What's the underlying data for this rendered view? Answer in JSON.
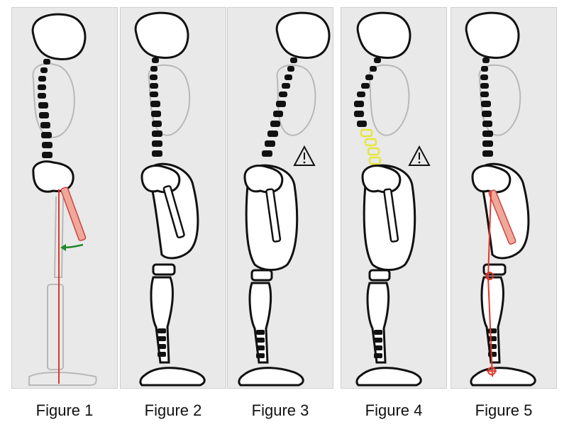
{
  "figures": [
    {
      "caption": "Figure 1",
      "variant": "reference-alignment",
      "warning": false
    },
    {
      "caption": "Figure 2",
      "variant": "socket-aligned",
      "warning": false
    },
    {
      "caption": "Figure 3",
      "variant": "misaligned",
      "warning": true
    },
    {
      "caption": "Figure 4",
      "variant": "lumbar-stress",
      "warning": true
    },
    {
      "caption": "Figure 5",
      "variant": "corrected-alignment",
      "warning": false
    }
  ],
  "colors": {
    "outline": "#111111",
    "faint": "#b8b8b8",
    "panel": "#e9e9e9",
    "reference_line": "#e0382a",
    "strut": "#f0a898",
    "arrow": "#1e8a2a",
    "stress_highlight": "#e6e63c"
  },
  "icons": {
    "warning": "warning-triangle-icon",
    "arrow": "green-arrow-icon"
  }
}
